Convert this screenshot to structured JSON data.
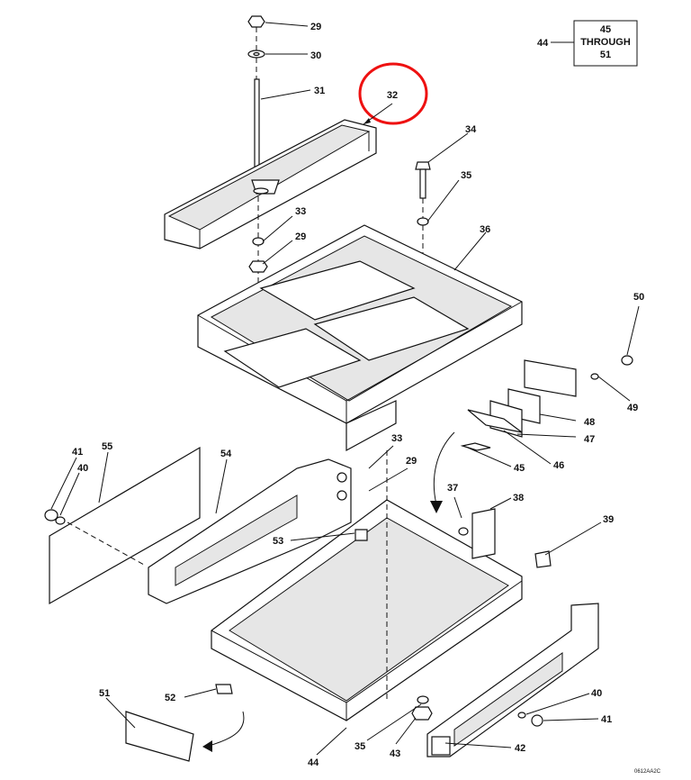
{
  "ref_box": {
    "left_label": "44",
    "lines": [
      "45",
      "THROUGH",
      "51"
    ]
  },
  "highlight": "32",
  "callouts": [
    "29",
    "30",
    "31",
    "32",
    "33",
    "29",
    "34",
    "35",
    "36",
    "50",
    "49",
    "48",
    "47",
    "46",
    "45",
    "33",
    "29",
    "37",
    "38",
    "39",
    "41",
    "40",
    "55",
    "54",
    "53",
    "52",
    "51",
    "44",
    "35",
    "43",
    "42",
    "40",
    "41"
  ],
  "drawing_code": "0612AA2C"
}
